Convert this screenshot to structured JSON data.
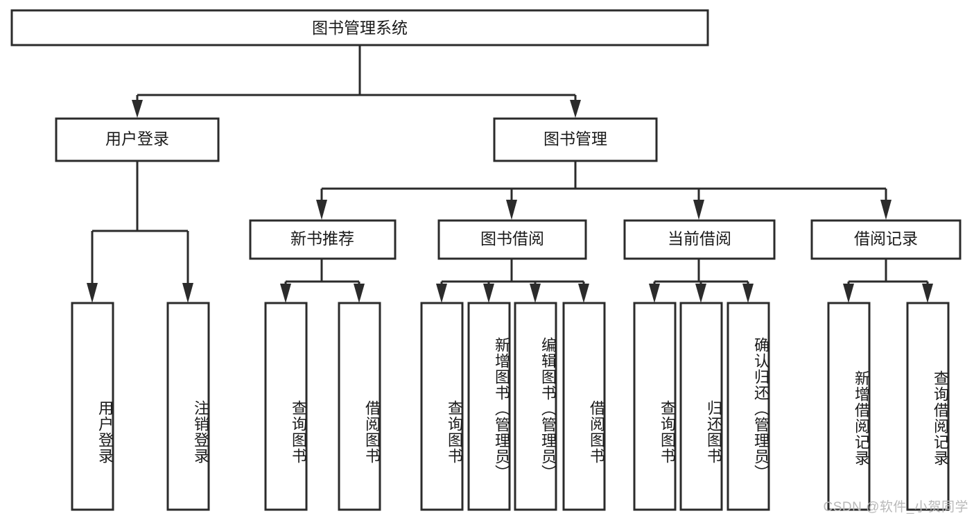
{
  "diagram": {
    "type": "tree",
    "title": "图书管理系统",
    "orientation": "top-down",
    "colors": {
      "background": "#ffffff",
      "box_fill": "#ffffff",
      "box_stroke": "#2b2b2b",
      "connector": "#2b2b2b",
      "text": "#1a1a1a",
      "watermark": "#b9b9b9"
    },
    "levels": {
      "root": {
        "label": "图书管理系统"
      },
      "level2": [
        {
          "id": "user-login",
          "label": "用户登录"
        },
        {
          "id": "book-manage",
          "label": "图书管理"
        }
      ],
      "level3": [
        {
          "id": "new-book-recommend",
          "label": "新书推荐",
          "parent": "book-manage"
        },
        {
          "id": "book-borrow",
          "label": "图书借阅",
          "parent": "book-manage"
        },
        {
          "id": "current-borrow",
          "label": "当前借阅",
          "parent": "book-manage"
        },
        {
          "id": "borrow-record",
          "label": "借阅记录",
          "parent": "book-manage"
        }
      ],
      "leaves": {
        "user_login": [
          {
            "id": "leaf-user-login",
            "label": "用户登录"
          },
          {
            "id": "leaf-user-logout",
            "label": "注销登录"
          }
        ],
        "new_book_recommend": [
          {
            "id": "leaf-query-book-1",
            "label": "查询图书"
          },
          {
            "id": "leaf-borrow-book-1",
            "label": "借阅图书"
          }
        ],
        "book_borrow": [
          {
            "id": "leaf-query-book-2",
            "label": "查询图书"
          },
          {
            "id": "leaf-add-book",
            "label": "新增图书（管理员）"
          },
          {
            "id": "leaf-edit-book",
            "label": "编辑图书（管理员）"
          },
          {
            "id": "leaf-borrow-book-2",
            "label": "借阅图书"
          }
        ],
        "current_borrow": [
          {
            "id": "leaf-query-book-3",
            "label": "查询图书"
          },
          {
            "id": "leaf-return-book",
            "label": "归还图书"
          },
          {
            "id": "leaf-confirm-return",
            "label": "确认归还（管理员）"
          }
        ],
        "borrow_record": [
          {
            "id": "leaf-add-record",
            "label": "新增借阅记录"
          },
          {
            "id": "leaf-query-record",
            "label": "查询借阅记录"
          }
        ]
      }
    }
  },
  "watermark": {
    "text": "CSDN @软件_小贺同学"
  }
}
